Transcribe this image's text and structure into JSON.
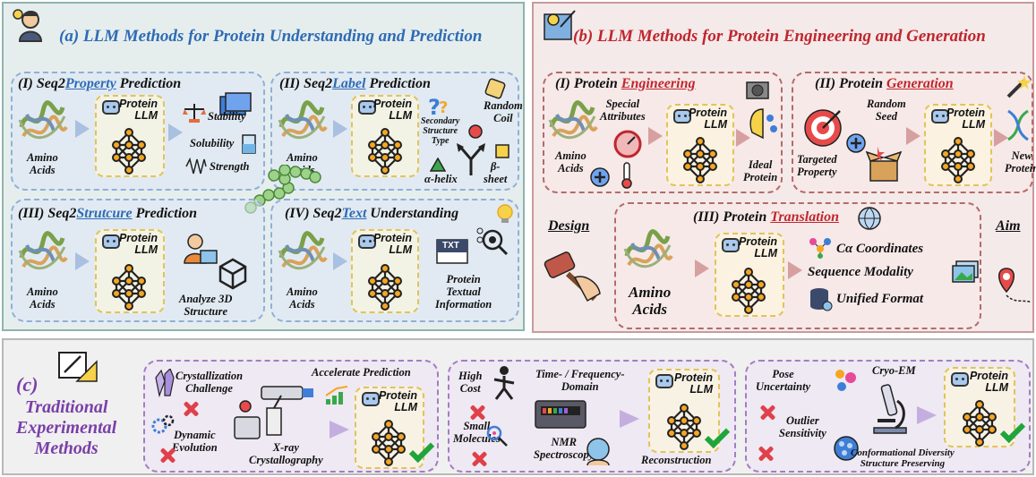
{
  "panel_a": {
    "title": "(a) LLM Methods for Protein Understanding and Prediction",
    "s1": {
      "prefix": "(I) Seq2",
      "key": "Property",
      "suffix": " Prediction",
      "input": "Amino\nAcids",
      "llm": "Protein\nLLM",
      "out1": "Stability",
      "out2": "Solubility",
      "out3": "Strength"
    },
    "s2": {
      "prefix": "(II) Seq2",
      "key": "Label",
      "suffix": " Prediction",
      "input": "Amino\nAcids",
      "llm": "Protein\nLLM",
      "sst": "Secondary\nStructure\nType",
      "coil": "Random\nCoil",
      "helix": "α-helix",
      "sheet": "β-\nsheet"
    },
    "s3": {
      "prefix": "(III) Seq2",
      "key": "Strutcure",
      "suffix": " Prediction",
      "input": "Amino\nAcids",
      "llm": "Protein\nLLM",
      "out": "Analyze 3D\nStructure"
    },
    "s4": {
      "prefix": "(IV) Seq2",
      "key": "Text",
      "suffix": " Understanding",
      "input": "Amino\nAcids",
      "llm": "Protein\nLLM",
      "txt": "TXT",
      "out": "Protein\nTextual\nInformation"
    }
  },
  "panel_b": {
    "title": "(b) LLM Methods for Protein Engineering and Generation",
    "s1": {
      "prefix": "(I) Protein ",
      "key": "Engineering",
      "attr": "Special\nAttributes",
      "input": "Amino\nAcids",
      "llm": "Protein\nLLM",
      "out": "Ideal\nProtein"
    },
    "s2": {
      "prefix": "(II) Protein ",
      "key": "Generation",
      "seed": "Random\nSeed",
      "target": "Targeted\nProperty",
      "llm": "Protein\nLLM",
      "out": "New\nProtein"
    },
    "s3": {
      "prefix": "(III) Protein ",
      "key": "Translation",
      "input": "Amino\nAcids",
      "llm": "Protein\nLLM",
      "o1": "Cα Coordinates",
      "o2": "Sequence Modality",
      "o3": "Unified Format"
    },
    "design": "Design",
    "aim": "Aim"
  },
  "panel_c": {
    "label1": "(c)",
    "label2": "Traditional\nExperimental\nMethods",
    "g1": {
      "c1": "Crystallization\nChallenge",
      "c2": "Dynamic\nEvolution",
      "tech": "X-ray\nCrystallography",
      "acc": "Accelerate Prediction",
      "llm": "Protein\nLLM"
    },
    "g2": {
      "c1": "High\nCost",
      "c2": "Small\nMolecules",
      "tech1": "Time- / Frequency-\nDomain",
      "tech2": "NMR\nSpectroscopy",
      "out": "Reconstruction",
      "llm": "Protein\nLLM"
    },
    "g3": {
      "c1": "Pose\nUncertainty",
      "c2": "Outlier\nSensitivity",
      "tech": "Cryo-EM",
      "out": "Conformational Diversity\nStructure Preserving",
      "llm": "Protein\nLLM"
    }
  },
  "colors": {
    "blue_accent": "#2e6bb5",
    "red_accent": "#c0262d",
    "purple_accent": "#7a3fa8"
  }
}
